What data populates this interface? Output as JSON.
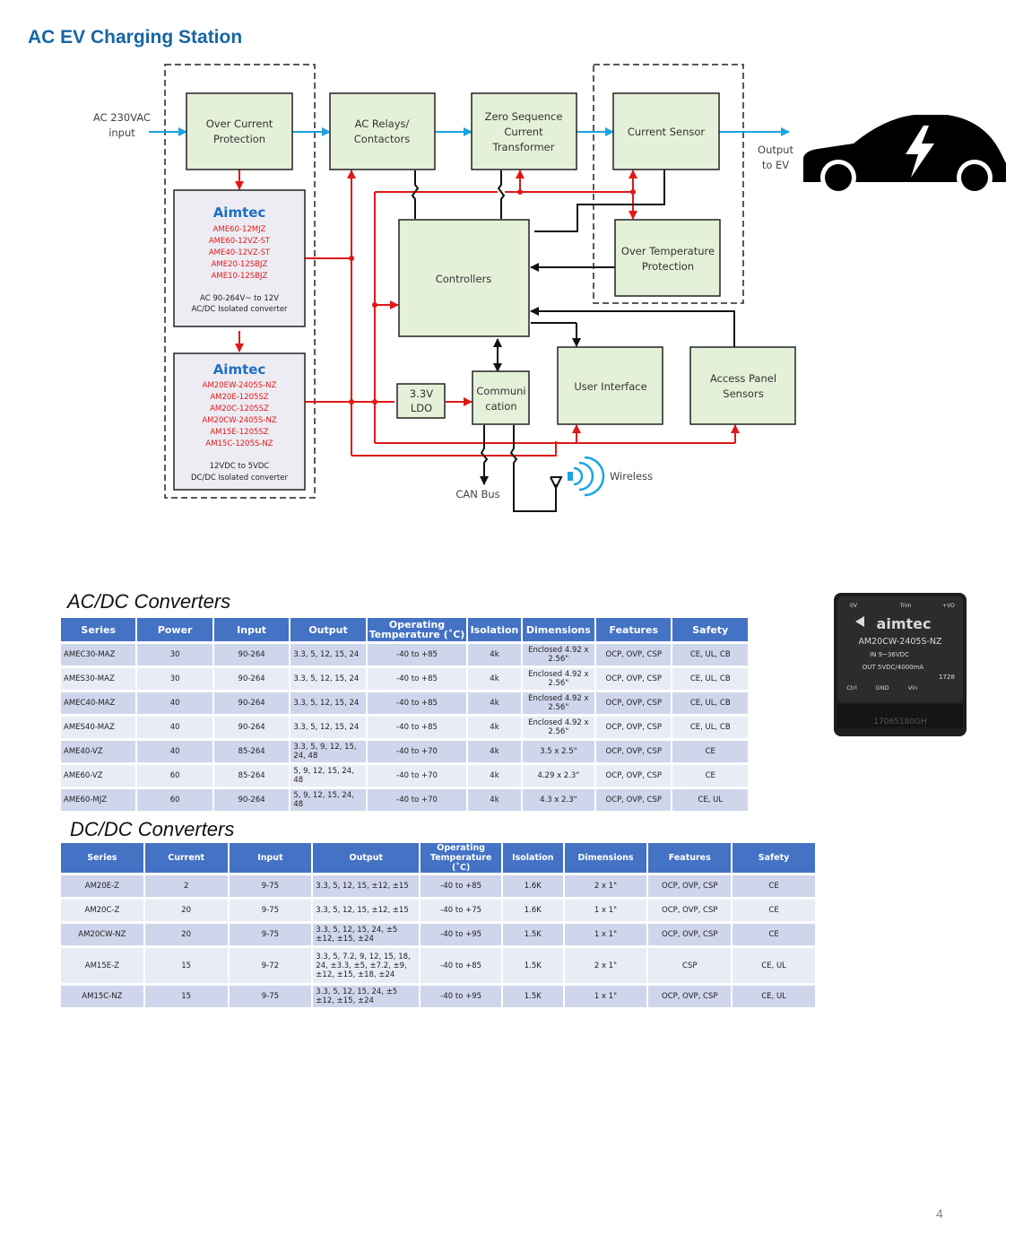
{
  "title": "AC EV Charging Station",
  "page_number": "4",
  "colors": {
    "title": "#1565a5",
    "power_line": "#e01818",
    "input_line": "#1aa3e0",
    "block_fill": "#e5f0d9",
    "aimtec_blue": "#1f6fc2"
  },
  "diagram": {
    "input_label": [
      "AC 230VAC",
      "input"
    ],
    "output_label": [
      "Output",
      "to EV"
    ],
    "blocks": {
      "over_current": [
        "Over Current",
        "Protection"
      ],
      "ac_relays": [
        "AC Relays/",
        "Contactors"
      ],
      "zero_sequence": [
        "Zero Sequence",
        "Current",
        "Transformer"
      ],
      "current_sensor": [
        "Current Sensor"
      ],
      "controllers": [
        "Controllers"
      ],
      "over_temp": [
        "Over Temperature",
        "Protection"
      ],
      "ldo": [
        "3.3V",
        "LDO"
      ],
      "communication": [
        "Communi",
        "cation"
      ],
      "user_interface": [
        "User Interface"
      ],
      "access_panel": [
        "Access Panel",
        "Sensors"
      ]
    },
    "aimtec_acdc": {
      "brand": "Aimtec",
      "parts": [
        "AME60-12MJZ",
        "AME60-12VZ-ST",
        "AME40-12VZ-ST",
        "AME20-12SBJZ",
        "AME10-12SBJZ"
      ],
      "desc": [
        "AC 90-264V~ to 12V",
        "AC/DC Isolated converter"
      ]
    },
    "aimtec_dcdc": {
      "brand": "Aimtec",
      "parts": [
        "AM20EW-2405S-NZ",
        "AM20E-1205SZ",
        "AM20C-1205SZ",
        "AM20CW-2405S-NZ",
        "AM15E-1205SZ",
        "AM15C-1205S-NZ"
      ],
      "desc": [
        "12VDC to 5VDC",
        "DC/DC Isolated converter"
      ]
    },
    "can_bus": "CAN Bus",
    "wireless": "Wireless"
  },
  "acdc": {
    "title": "AC/DC Converters",
    "headers": [
      "Series",
      "Power",
      "Input",
      "Output",
      "Operating Temperature (˚C)",
      "Isolation",
      "Dimensions",
      "Features",
      "Safety"
    ],
    "rows": [
      [
        "AMEC30-MAZ",
        "30",
        "90-264",
        "3.3, 5, 12, 15, 24",
        "-40 to +85",
        "4k",
        "Enclosed 4.92 x 2.56\"",
        "OCP, OVP, CSP",
        "CE, UL, CB"
      ],
      [
        "AMES30-MAZ",
        "30",
        "90-264",
        "3.3, 5, 12, 15, 24",
        "-40 to +85",
        "4k",
        "Enclosed 4.92 x 2.56\"",
        "OCP, OVP, CSP",
        "CE, UL, CB"
      ],
      [
        "AMEC40-MAZ",
        "40",
        "90-264",
        "3.3, 5, 12, 15, 24",
        "-40 to +85",
        "4k",
        "Enclosed 4.92 x 2.56\"",
        "OCP, OVP, CSP",
        "CE, UL, CB"
      ],
      [
        "AMES40-MAZ",
        "40",
        "90-264",
        "3.3, 5, 12, 15, 24",
        "-40 to +85",
        "4k",
        "Enclosed 4.92 x 2.56\"",
        "OCP, OVP, CSP",
        "CE, UL, CB"
      ],
      [
        "AME40-VZ",
        "40",
        "85-264",
        "3.3, 5, 9, 12, 15, 24, 48",
        "-40 to +70",
        "4k",
        "3.5 x 2.5\"",
        "OCP, OVP, CSP",
        "CE"
      ],
      [
        "AME60-VZ",
        "60",
        "85-264",
        "5, 9, 12, 15, 24, 48",
        "-40 to +70",
        "4k",
        "4.29 x 2.3\"",
        "OCP, OVP, CSP",
        "CE"
      ],
      [
        "AME60-MJZ",
        "60",
        "90-264",
        "5, 9, 12, 15, 24, 48",
        "-40 to +70",
        "4k",
        "4.3 x 2.3\"",
        "OCP, OVP, CSP",
        "CE, UL"
      ]
    ]
  },
  "dcdc": {
    "title": "DC/DC Converters",
    "headers": [
      "Series",
      "Current",
      "Input",
      "Output",
      "Operating Temperature (˚C)",
      "Isolation",
      "Dimensions",
      "Features",
      "Safety"
    ],
    "rows": [
      [
        "AM20E-Z",
        "2",
        "9-75",
        "3.3, 5, 12, 15, ±12, ±15",
        "-40 to +85",
        "1.6K",
        "2 x 1\"",
        "OCP, OVP, CSP",
        "CE"
      ],
      [
        "AM20C-Z",
        "20",
        "9-75",
        "3.3, 5, 12, 15, ±12, ±15",
        "-40 to +75",
        "1.6K",
        "1 x 1\"",
        "OCP, OVP, CSP",
        "CE"
      ],
      [
        "AM20CW-NZ",
        "20",
        "9-75",
        "3.3, 5, 12, 15, 24, ±5 ±12, ±15, ±24",
        "-40 to +95",
        "1.5K",
        "1 x 1\"",
        "OCP, OVP, CSP",
        "CE"
      ],
      [
        "AM15E-Z",
        "15",
        "9-72",
        "3.3, 5, 7.2, 9, 12, 15, 18, 24, ±3.3, ±5, ±7.2, ±9, ±12, ±15, ±18, ±24",
        "-40 to +85",
        "1.5K",
        "2 x 1\"",
        "CSP",
        "CE, UL"
      ],
      [
        "AM15C-NZ",
        "15",
        "9-75",
        "3.3, 5, 12, 15, 24, ±5 ±12, ±15, ±24",
        "-40 to +95",
        "1.5K",
        "1 x 1\"",
        "OCP, OVP, CSP",
        "CE, UL"
      ]
    ]
  },
  "product_photo": {
    "brand": "aimtec",
    "model": "AM20CW-2405S-NZ",
    "input": "IN 9~36VDC",
    "output": "OUT 5VDC/4000mA",
    "code": "1728",
    "pins_top": [
      "0V",
      "Trim",
      "+VO"
    ],
    "pins_bottom": [
      "Ctrl",
      "GND",
      "Vin"
    ],
    "serial": "17065180GH"
  }
}
